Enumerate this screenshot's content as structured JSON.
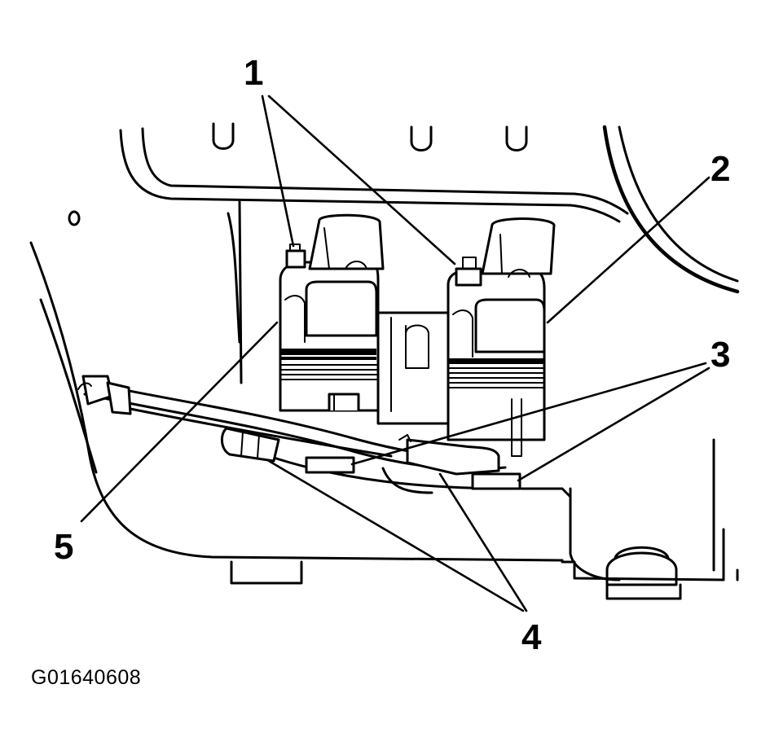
{
  "callouts": {
    "c1": "1",
    "c2": "2",
    "c3": "3",
    "c4": "4",
    "c5": "5"
  },
  "figure_id": "G01640608",
  "colors": {
    "ink": "#000000",
    "paper": "#ffffff"
  }
}
